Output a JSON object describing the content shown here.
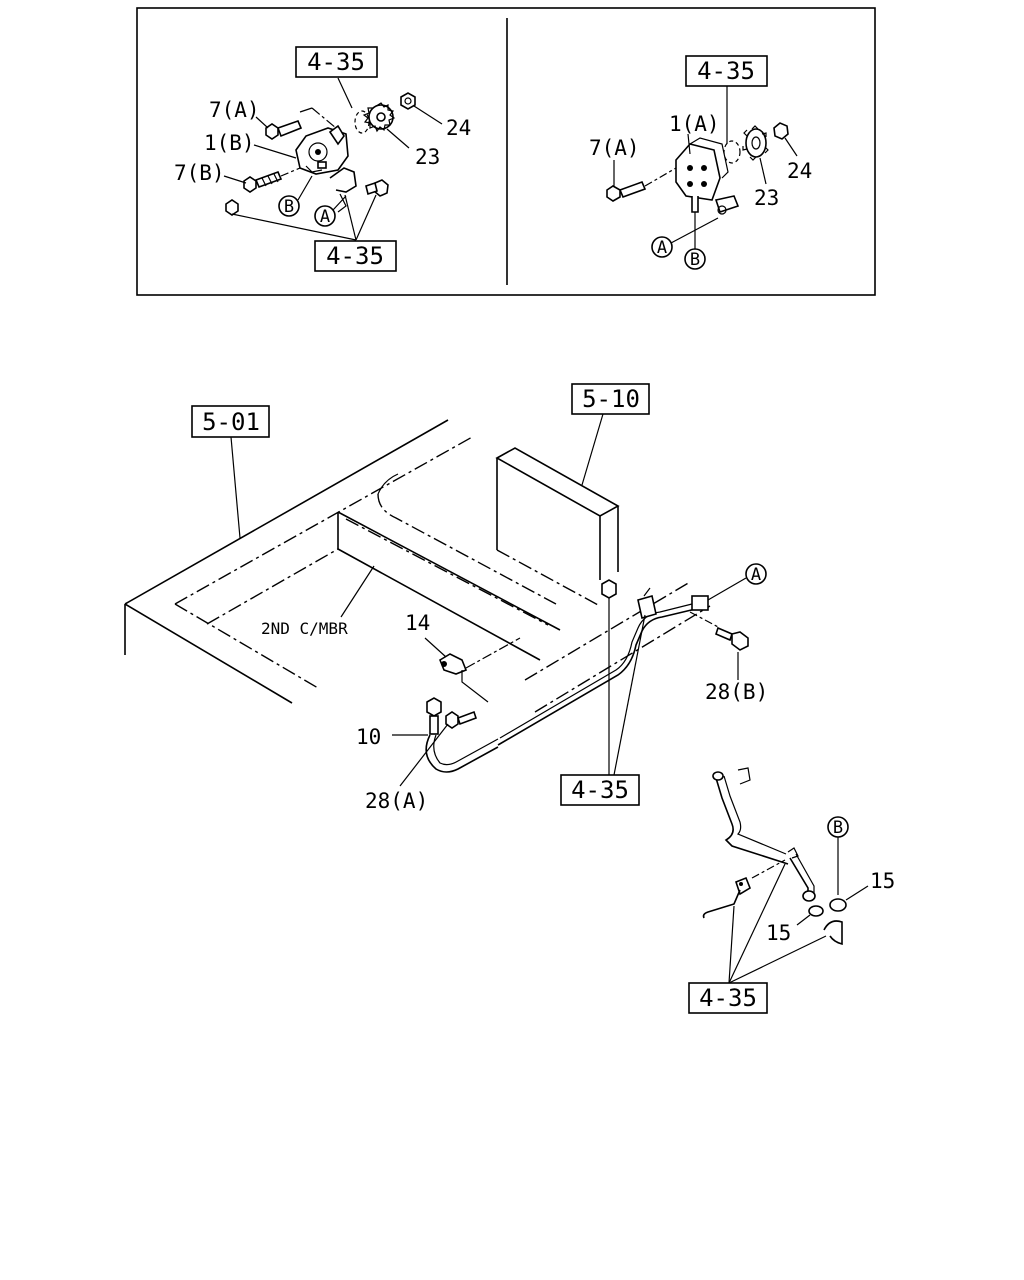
{
  "inset_left": {
    "ref_top": "4-35",
    "ref_bottom": "4-35",
    "labels": {
      "bolt_a": "7(A)",
      "pump_b": "1(B)",
      "bolt_b": "7(B)",
      "nut": "24",
      "gear": "23"
    },
    "connectors": {
      "a": "A",
      "b": "B"
    }
  },
  "inset_right": {
    "ref_top": "4-35",
    "labels": {
      "pump_a": "1(A)",
      "bolt_a": "7(A)",
      "nut": "24",
      "gear": "23"
    },
    "connectors": {
      "a": "A",
      "b": "B"
    }
  },
  "main": {
    "ref_frame": "5-01",
    "ref_tank": "5-10",
    "ref_bracket": "4-35",
    "crossmember": "2ND C/MBR",
    "labels": {
      "clip": "14",
      "hose": "10",
      "bolt_28a": "28(A)",
      "bolt_28b": "28(B)"
    },
    "connectors": {
      "a": "A"
    }
  },
  "detail": {
    "ref": "4-35",
    "labels": {
      "clamp_top": "15",
      "clamp_bottom": "15"
    },
    "connectors": {
      "b": "B"
    }
  }
}
